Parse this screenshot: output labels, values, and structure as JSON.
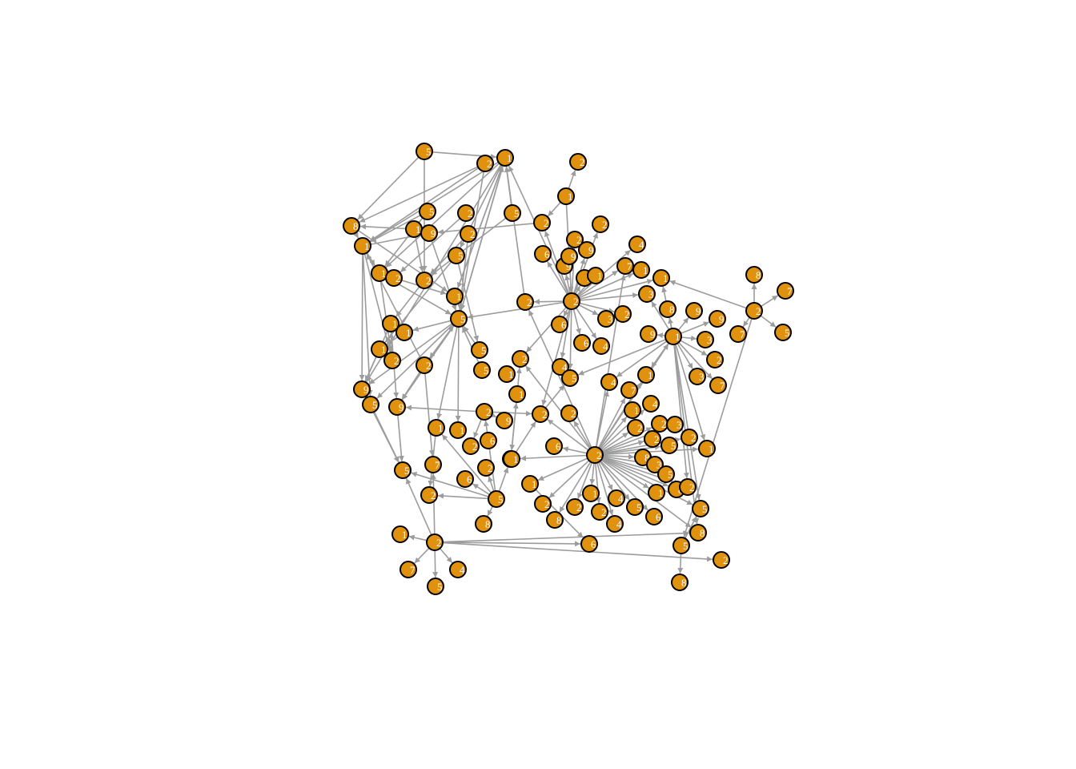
{
  "graph": {
    "node_color": "#e0920f",
    "node_border_color": "#000000",
    "edge_color": "#9c9c9c",
    "label_color": "#ffffff",
    "directed": true,
    "node_count": 131,
    "node_labels": [
      "2",
      "1",
      "8",
      "5",
      "9",
      "3",
      "4",
      "6",
      "7",
      "0"
    ]
  }
}
